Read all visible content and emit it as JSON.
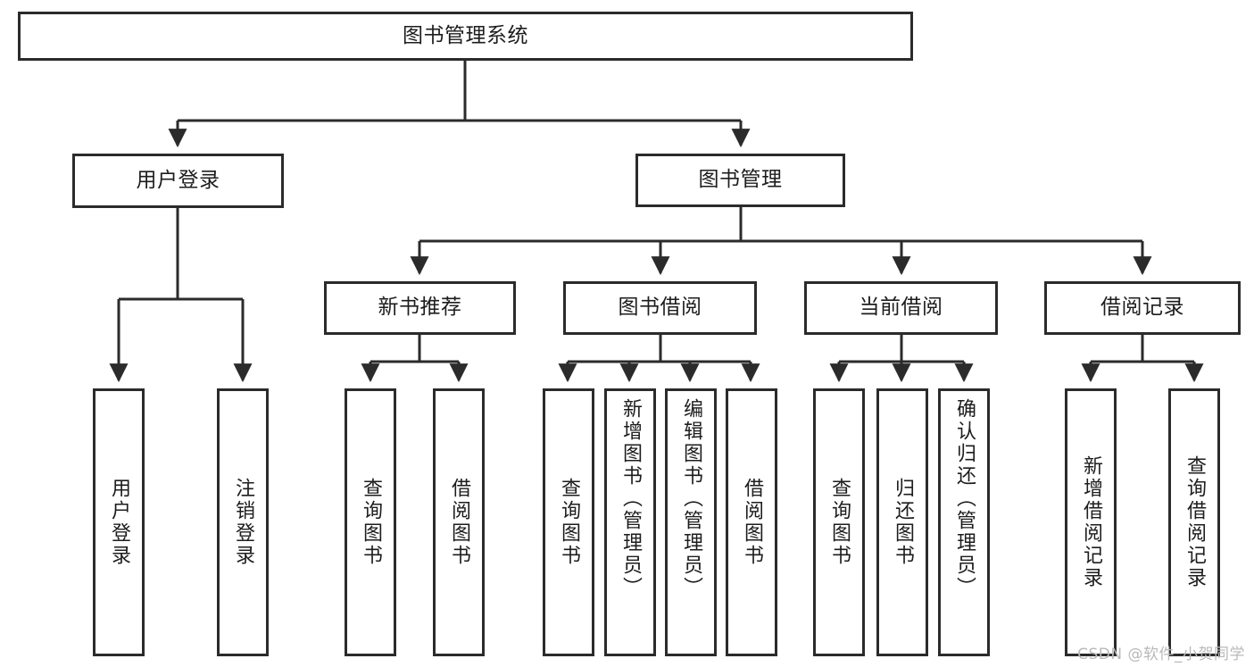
{
  "diagram": {
    "title": "图书管理系统",
    "type": "tree",
    "watermark": "CSDN @软件_小贺同学",
    "colors": {
      "border": "#2b2b2b",
      "fill": "#ffffff",
      "text": "#1d1d1d",
      "watermark": "#b9b9b9"
    },
    "nodes": {
      "root": {
        "label": "图书管理系统"
      },
      "level2": [
        {
          "label": "用户登录"
        },
        {
          "label": "图书管理"
        }
      ],
      "level3": [
        {
          "label": "新书推荐"
        },
        {
          "label": "图书借阅"
        },
        {
          "label": "当前借阅"
        },
        {
          "label": "借阅记录"
        }
      ],
      "leaves": {
        "user_login": [
          {
            "label": "用户登录"
          },
          {
            "label": "注销登录"
          }
        ],
        "new_book_rec": [
          {
            "label": "查询图书"
          },
          {
            "label": "借阅图书"
          }
        ],
        "book_borrow": [
          {
            "label": "查询图书"
          },
          {
            "label": "新增图书（管理员）"
          },
          {
            "label": "编辑图书（管理员）"
          },
          {
            "label": "借阅图书"
          }
        ],
        "current_borrow": [
          {
            "label": "查询图书"
          },
          {
            "label": "归还图书"
          },
          {
            "label": "确认归还（管理员）"
          }
        ],
        "borrow_record": [
          {
            "label": "新增借阅记录"
          },
          {
            "label": "查询借阅记录"
          }
        ]
      }
    }
  }
}
